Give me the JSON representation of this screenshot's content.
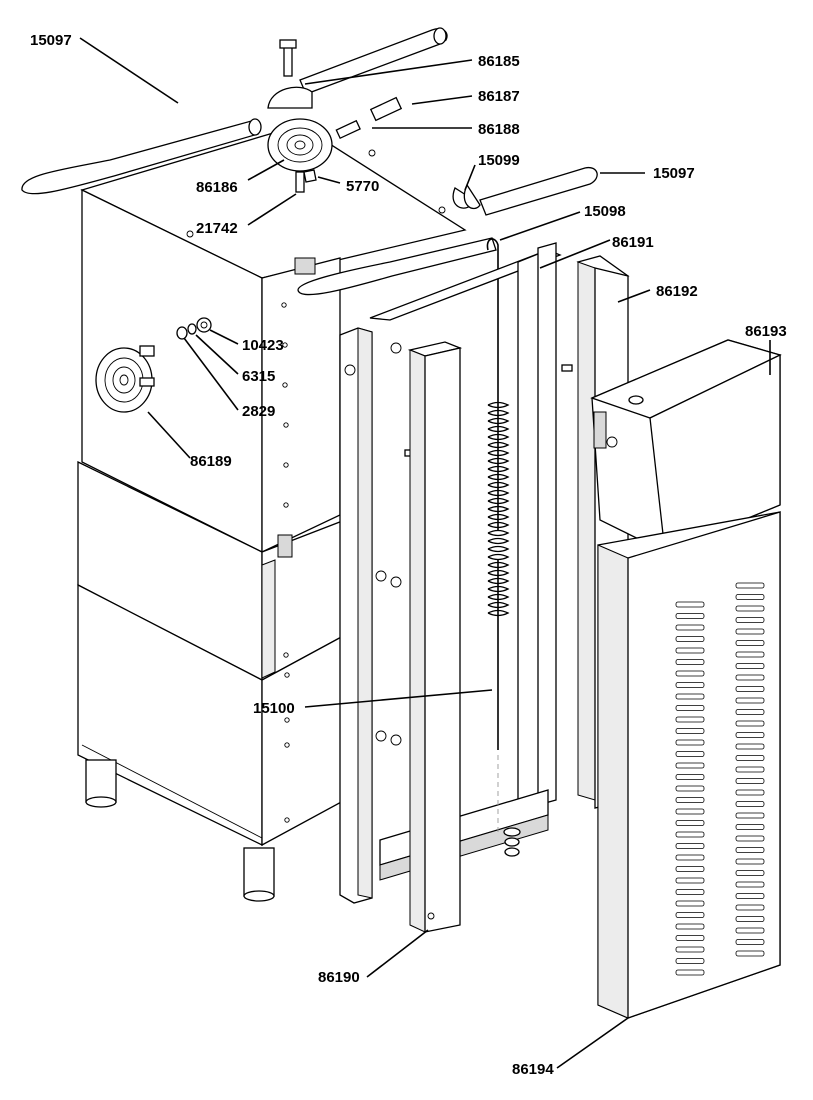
{
  "diagram": {
    "callouts": [
      {
        "key": "p15097a",
        "text": "15097"
      },
      {
        "key": "p86185",
        "text": "86185"
      },
      {
        "key": "p86187",
        "text": "86187"
      },
      {
        "key": "p86188",
        "text": "86188"
      },
      {
        "key": "p86186",
        "text": "86186"
      },
      {
        "key": "p5770",
        "text": "5770"
      },
      {
        "key": "p15099",
        "text": "15099"
      },
      {
        "key": "p15097b",
        "text": "15097"
      },
      {
        "key": "p21742",
        "text": "21742"
      },
      {
        "key": "p15098",
        "text": "15098"
      },
      {
        "key": "p86191",
        "text": "86191"
      },
      {
        "key": "p86192",
        "text": "86192"
      },
      {
        "key": "p86193",
        "text": "86193"
      },
      {
        "key": "p10423",
        "text": "10423"
      },
      {
        "key": "p6315",
        "text": "6315"
      },
      {
        "key": "p2829",
        "text": "2829"
      },
      {
        "key": "p86189",
        "text": "86189"
      },
      {
        "key": "p15100",
        "text": "15100"
      },
      {
        "key": "p86190",
        "text": "86190"
      },
      {
        "key": "p86194",
        "text": "86194"
      }
    ]
  }
}
